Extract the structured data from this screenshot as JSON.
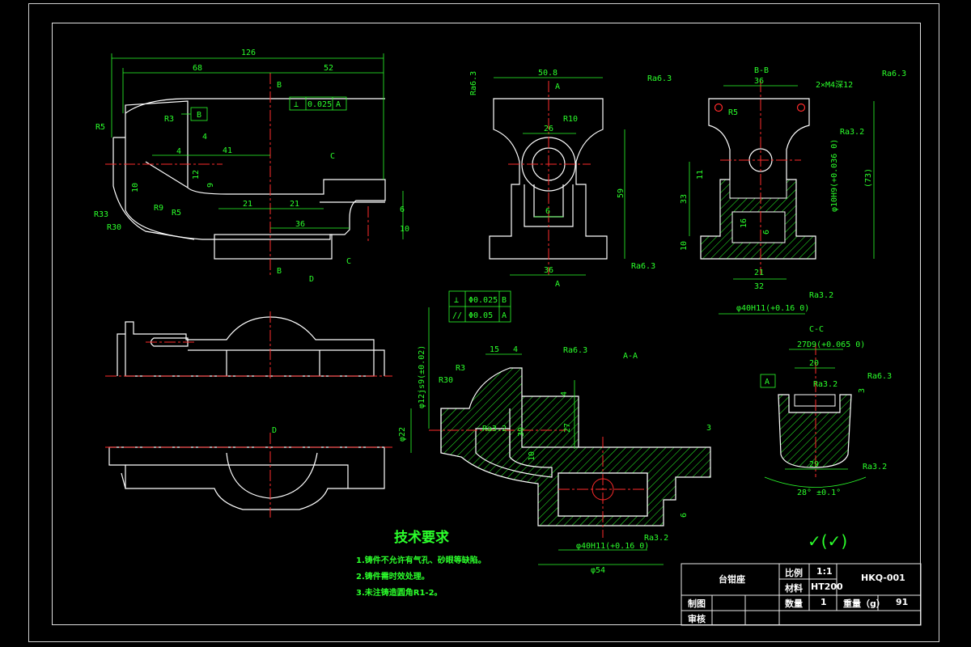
{
  "drawing": {
    "views": {
      "front": {
        "dims": [
          "126",
          "68",
          "52",
          "41",
          "4",
          "4",
          "12",
          "9",
          "10",
          "21",
          "21",
          "36",
          "6",
          "10"
        ],
        "radii": [
          "R5",
          "R3",
          "R33",
          "R30",
          "R9",
          "R5"
        ],
        "datum": "B",
        "tolerance": {
          "symbol": "⊥",
          "value": "0.025",
          "datum": "A"
        },
        "section_marks": [
          "B",
          "B",
          "C",
          "C",
          "D"
        ]
      },
      "side": {
        "dims": [
          "50.8",
          "26",
          "6",
          "36",
          "59"
        ],
        "radii": [
          "R10"
        ],
        "roughness": [
          "Ra6.3",
          "Ra6.3",
          "Ra6.3"
        ],
        "section_marks": [
          "A",
          "A"
        ]
      },
      "section_bb": {
        "title": "B-B",
        "dims": [
          "36",
          "11",
          "33",
          "10",
          "16",
          "6",
          "21",
          "32",
          "(73)"
        ],
        "holes": "2×M4深12",
        "radii": [
          "R5"
        ],
        "diameter": "φ10H9(+0.036 0)",
        "bore": "φ40H11(+0.16 0)",
        "roughness": [
          "Ra6.3",
          "Ra3.2",
          "Ra3.2"
        ]
      },
      "bottom": {
        "label": "D"
      },
      "section_aa": {
        "title": "A-A",
        "dims": [
          "15",
          "4",
          "4",
          "27",
          "30",
          "10",
          "3",
          "6",
          "φ22",
          "φ54"
        ],
        "radii": [
          "R3",
          "R30"
        ],
        "diameter": "φ12js9(±0.02)",
        "bore": "φ40H11(+0.16 0)",
        "tolerance": [
          {
            "symbol": "⊥",
            "value": "Φ0.025",
            "datum": "B"
          },
          {
            "symbol": "//",
            "value": "Φ0.05",
            "datum": "A"
          }
        ],
        "roughness": [
          "Ra6.3",
          "Ra3.2",
          "Ra3.2"
        ]
      },
      "section_cc": {
        "title": "C-C",
        "dims": [
          "27D9(+0.065 0)",
          "20",
          "29",
          "3",
          "28° ±0.1°"
        ],
        "datum": "A",
        "roughness": [
          "Ra3.2",
          "Ra6.3",
          "Ra3.2"
        ]
      }
    },
    "roughness_general": "✓(✓)",
    "tech_requirements": {
      "title": "技术要求",
      "items": [
        "1.铸件不允许有气孔、砂眼等缺陷。",
        "2.铸件需时效处理。",
        "3.未注铸造圆角R1-2。"
      ]
    },
    "title_block": {
      "part_name": "台钳座",
      "scale_label": "比例",
      "scale_value": "1:1",
      "material_label": "材料",
      "material_value": "HT200",
      "drawing_no": "HKQ-001",
      "draw_label": "制图",
      "check_label": "审核",
      "qty_label": "数量",
      "qty_value": "1",
      "weight_label": "重量（g）",
      "weight_value": "91"
    }
  },
  "colors": {
    "outline": "#ffffff",
    "dimension": "#2bff2b",
    "centerline": "#ff2b2b",
    "hatch": "#2bff2b",
    "background": "#000000"
  }
}
